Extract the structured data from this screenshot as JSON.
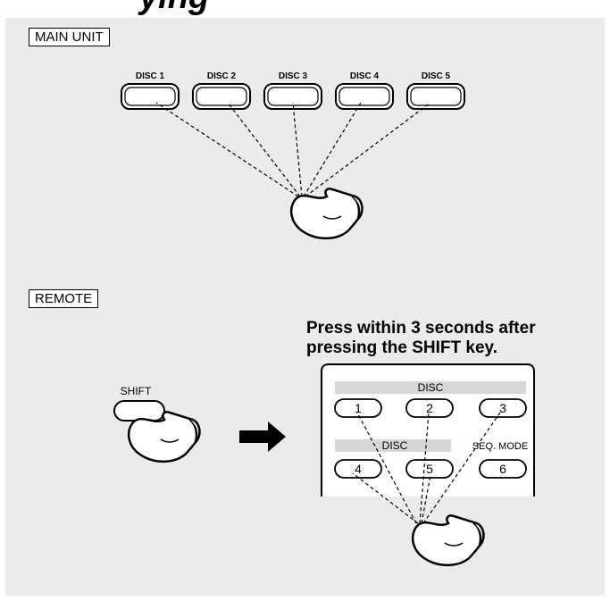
{
  "title_fragment": "ying",
  "main_unit_label": "MAIN UNIT",
  "remote_label": "REMOTE",
  "disc_buttons": [
    "DISC 1",
    "DISC 2",
    "DISC 3",
    "DISC 4",
    "DISC 5"
  ],
  "shift_label": "SHIFT",
  "press_note": [
    "Press within 3 seconds after",
    "pressing the SHIFT key."
  ],
  "remote_panel": {
    "disc_header": "DISC",
    "disc_header2": "DISC",
    "seq_mode": "SEQ. MODE",
    "keys": [
      "1",
      "2",
      "3",
      "4",
      "5",
      "6"
    ]
  },
  "colors": {
    "panel": "#ebebeb",
    "band": "#d7d7d7"
  }
}
